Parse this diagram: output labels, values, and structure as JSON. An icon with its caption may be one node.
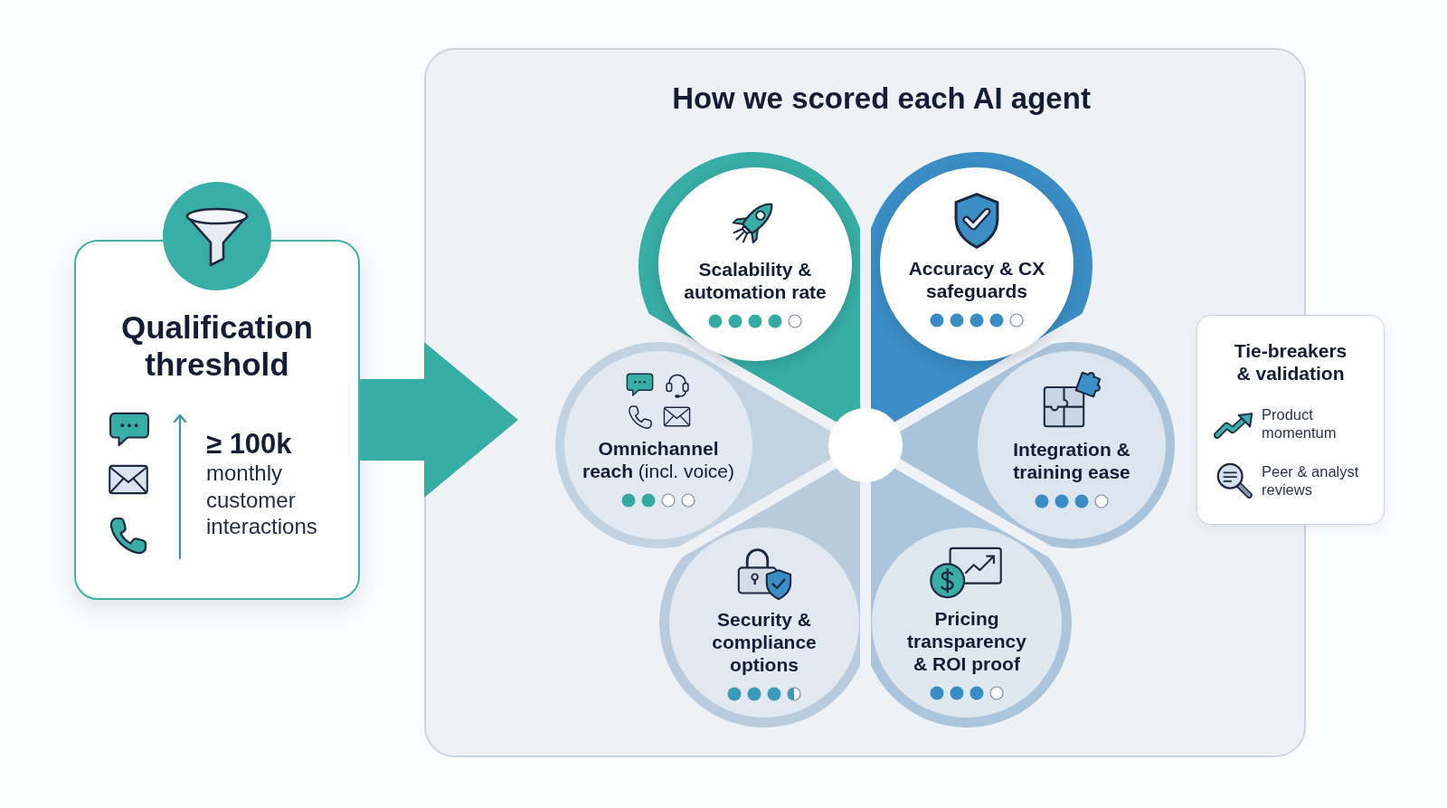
{
  "diagram": {
    "nodes": [
      {
        "text": [
          "Qualification threshold",
          "≥ 100k",
          "monthly customer interactions"
        ]
      },
      {
        "text": [
          "How we scored each AI agent"
        ]
      },
      {
        "text": [
          "Scalability & automation rate"
        ],
        "in": 1
      },
      {
        "text": [
          "Accuracy & CX safeguards"
        ],
        "in": 1
      },
      {
        "text": [
          "**Omnichannel reach** (incl. voice)"
        ],
        "in": 1
      },
      {
        "text": [
          "Integration & training ease"
        ],
        "in": 1
      },
      {
        "text": [
          "Security & compliance options"
        ],
        "in": 1
      },
      {
        "text": [
          "Pricing transparency & ROI proof"
        ],
        "in": 1
      },
      {
        "text": [
          "Tie-breakers & validation",
          "Product momentum",
          "Peer & analyst reviews"
        ]
      }
    ],
    "edges": [
      {
        "from": 0,
        "to": 1,
        "arrow": "to"
      }
    ]
  }
}
